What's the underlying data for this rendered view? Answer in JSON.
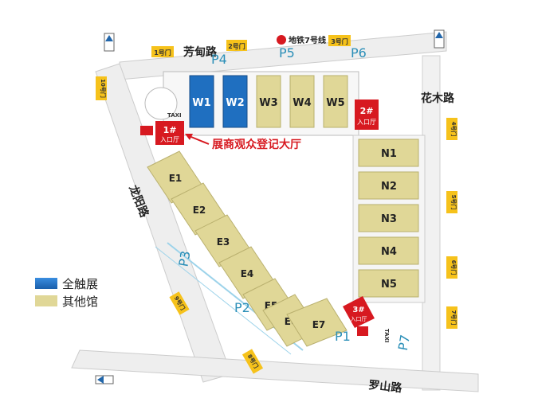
{
  "roads": {
    "fangdian": "芳甸路",
    "huamu": "花木路",
    "longyang": "龙阳路",
    "luoshan": "罗山路",
    "metro7": "地铁7号线"
  },
  "parking": [
    "P1",
    "P2",
    "P3",
    "P4",
    "P5",
    "P6",
    "P7"
  ],
  "halls": {
    "W1": "W1",
    "W2": "W2",
    "W3": "W3",
    "W4": "W4",
    "W5": "W5",
    "E1": "E1",
    "E2": "E2",
    "E3": "E3",
    "E4": "E4",
    "E5": "E5",
    "E6": "E6",
    "E7": "E7",
    "N1": "N1",
    "N2": "N2",
    "N3": "N3",
    "N4": "N4",
    "N5": "N5"
  },
  "entrances": {
    "e1_num": "1#",
    "e1_text": "入口厅",
    "e2_num": "2#",
    "e2_text": "入口厅",
    "e3_num": "3#",
    "e3_text": "入口厅"
  },
  "gates": {
    "g1": "1号门",
    "g2": "2号门",
    "g3": "3号门",
    "g4": "4号门",
    "g5": "5号门",
    "g6": "6号门",
    "g7": "7号门",
    "g8": "8号门",
    "g9": "9号门",
    "g10": "10号门"
  },
  "registration": "展商观众登记大厅",
  "taxi": "TAXI",
  "legend": {
    "full_touch": "全触展",
    "other": "其他馆",
    "full_touch_color": "#1f6fc0",
    "other_color": "#e0d797"
  },
  "accent": "#d71920"
}
